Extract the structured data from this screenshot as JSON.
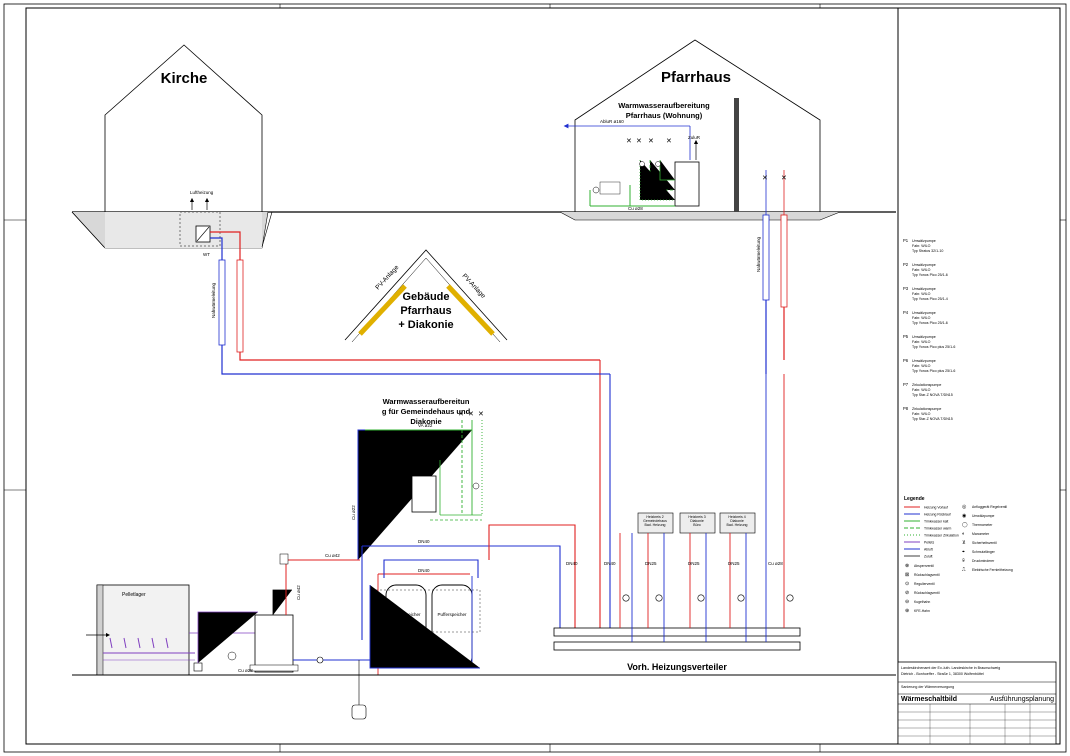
{
  "buildings": {
    "kirche": "Kirche",
    "pfarrhaus": "Pfarrhaus",
    "gemeindehaus_1": "Gebäude",
    "gemeindehaus_2": "Pfarrhaus",
    "gemeindehaus_3": "+ Diakonie"
  },
  "pv": {
    "left": "PV-Anlage",
    "right": "PV-Anlage"
  },
  "ww_pfarrhaus": {
    "line1": "Warmwasseraufbereitung",
    "line2": "Pfarrhaus (Wohnung)"
  },
  "ww_gemeinde": {
    "line1": "Warmwasseraufbereitun",
    "line2": "g für Gemeindehaus und",
    "line3": "Diakonie"
  },
  "labels": {
    "luftheizung": "Luftheizung",
    "wt": "WT",
    "zuluft": "ZuluR",
    "abluft": "AbluR ø160",
    "pelletlager": "Pelletlager",
    "pufferspeicher": "Pufferspeicher",
    "verteiler": "Vorh. Heizungsverteiler",
    "nahwaerme": "Nahwärmeleitung",
    "dn40a": "DN40",
    "dn40b": "DN40",
    "dn40c": "DN40",
    "dn40d": "DN40",
    "dn25a": "DN25",
    "dn25b": "DN25",
    "dn25c": "DN25",
    "cu28a": "Cu ø28",
    "cu28b": "Cu ø28",
    "cu42a": "Cu ø42",
    "cu42b": "Cu ø42",
    "cu22": "Cu ø22",
    "cu15": "Cu ø15",
    "va22": "VA ø22",
    "va28": "VA ø28"
  },
  "hk": [
    {
      "title": "Heizkreis 2",
      "sub1": "Gemeindehaus",
      "sub2": "Bad. Heizung"
    },
    {
      "title": "Heizkreis 3",
      "sub1": "Diakonie",
      "sub2": "Büro"
    },
    {
      "title": "Heizkreis 4",
      "sub1": "Diakonie",
      "sub2": "Bad. Heizung"
    }
  ],
  "pumps": [
    {
      "id": "P1",
      "l1": "Umwälzpumpe",
      "l2": "Fabr. WILO",
      "l3": "Typ Stratos 32/1-10"
    },
    {
      "id": "P2",
      "l1": "Umwälzpumpe",
      "l2": "Fabr. WILO",
      "l3": "Typ Yonos Pico 25/1-6"
    },
    {
      "id": "P3",
      "l1": "Umwälzpumpe",
      "l2": "Fabr. WILO",
      "l3": "Typ Yonos Pico 25/1-4"
    },
    {
      "id": "P4",
      "l1": "Umwälzpumpe",
      "l2": "Fabr. WILO",
      "l3": "Typ Yonos Pico 25/1-6"
    },
    {
      "id": "P5",
      "l1": "Umwälzpumpe",
      "l2": "Fabr. WILO",
      "l3": "Typ Yonos Pico plus 25/1-6"
    },
    {
      "id": "P6",
      "l1": "Umwälzpumpe",
      "l2": "Fabr. WILO",
      "l3": "Typ Yonos Pico plus 25/1-6"
    },
    {
      "id": "P7",
      "l1": "Zirkulationspumpe",
      "l2": "Fabr. WILO",
      "l3": "Typ Star-Z NOVA T/DN15"
    },
    {
      "id": "P8",
      "l1": "Zirkulationspumpe",
      "l2": "Fabr. WILO",
      "l3": "Typ Star-Z NOVA T/DN15"
    }
  ],
  "legend": {
    "title": "Legende",
    "lines": [
      {
        "label": "Heizung Vorlauf",
        "color": "#e02020",
        "dash": ""
      },
      {
        "label": "Heizung Rücklauf",
        "color": "#2030d0",
        "dash": ""
      },
      {
        "label": "Trinkwasser kalt",
        "color": "#30b030",
        "dash": ""
      },
      {
        "label": "Trinkwasser warm",
        "color": "#30b030",
        "dash": "4,2"
      },
      {
        "label": "Trinkwasser Zirkulation",
        "color": "#30b030",
        "dash": "1,2"
      },
      {
        "label": "Pellets",
        "color": "#8040c0",
        "dash": ""
      },
      {
        "label": "Abluft",
        "color": "#2030d0",
        "dash": ""
      },
      {
        "label": "Zuluft",
        "color": "#404040",
        "dash": ""
      }
    ],
    "symbols": [
      {
        "glyph": "⊗",
        "label": "Absperrventil"
      },
      {
        "glyph": "⊠",
        "label": "Rückschlagventil"
      },
      {
        "glyph": "⊙",
        "label": "Regulierventil"
      },
      {
        "glyph": "⊘",
        "label": "Rückschlagventil"
      },
      {
        "glyph": "⊖",
        "label": "Kugelhahn"
      },
      {
        "glyph": "⊕",
        "label": "KFE-Hahn"
      }
    ],
    "symbols2": [
      {
        "glyph": "◎",
        "label": "Anfluggerät Regelventil"
      },
      {
        "glyph": "◉",
        "label": "Umwälzpumpe"
      },
      {
        "glyph": "◯",
        "label": "Thermometer"
      },
      {
        "glyph": "◐",
        "label": "Manometer"
      },
      {
        "glyph": "⊻",
        "label": "Sicherheitsventil"
      },
      {
        "glyph": "⌖",
        "label": "Schmutzfänger"
      },
      {
        "glyph": "⍟",
        "label": "Druckminderer"
      },
      {
        "glyph": "⎍",
        "label": "Elektrische Fernleitheizung"
      }
    ]
  },
  "title_block": {
    "org1": "Landeskirchenamt der Ev.-luth. Landeskirche in Braunschweig",
    "org2": "Dietrich - Bonhoeffer - Straße 1, 38300 Wolfenbüttel",
    "project": "Sanierung der Wärmeversorgung",
    "title": "Wärmeschaltbild",
    "phase": "Ausführungsplanung"
  }
}
